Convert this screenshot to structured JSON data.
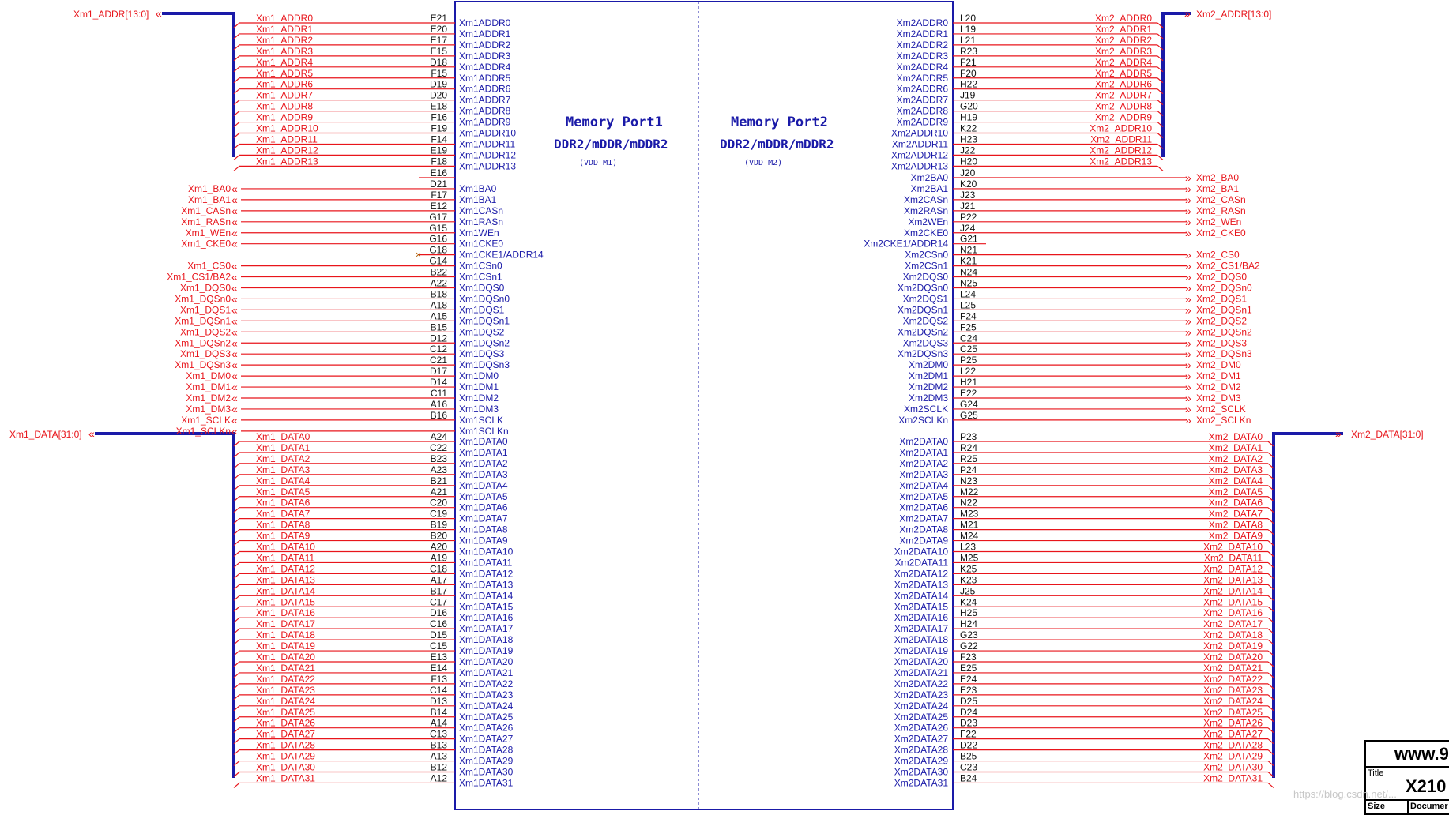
{
  "colors": {
    "net": "#e8151b",
    "bus": "#1a1aa8",
    "pin": "#1a1aa8",
    "text_pin": "#1a1aa8"
  },
  "port1": {
    "title": "Memory Port1",
    "subtitle": "DDR2/mDDR/mDDR2",
    "supply": "(VDD_M1)",
    "addr_bus": "Xm1_ADDR[13:0]",
    "data_bus": "Xm1_DATA[31:0]",
    "no_connect_pin": "G18",
    "addr_pins": [
      {
        "net": "Xm1_ADDR0",
        "ball": "E21",
        "pin": "Xm1ADDR0"
      },
      {
        "net": "Xm1_ADDR1",
        "ball": "E20",
        "pin": "Xm1ADDR1"
      },
      {
        "net": "Xm1_ADDR2",
        "ball": "E17",
        "pin": "Xm1ADDR2"
      },
      {
        "net": "Xm1_ADDR3",
        "ball": "E15",
        "pin": "Xm1ADDR3"
      },
      {
        "net": "Xm1_ADDR4",
        "ball": "D18",
        "pin": "Xm1ADDR4"
      },
      {
        "net": "Xm1_ADDR5",
        "ball": "F15",
        "pin": "Xm1ADDR5"
      },
      {
        "net": "Xm1_ADDR6",
        "ball": "D19",
        "pin": "Xm1ADDR6"
      },
      {
        "net": "Xm1_ADDR7",
        "ball": "D20",
        "pin": "Xm1ADDR7"
      },
      {
        "net": "Xm1_ADDR8",
        "ball": "E18",
        "pin": "Xm1ADDR8"
      },
      {
        "net": "Xm1_ADDR9",
        "ball": "F16",
        "pin": "Xm1ADDR9"
      },
      {
        "net": "Xm1_ADDR10",
        "ball": "F19",
        "pin": "Xm1ADDR10"
      },
      {
        "net": "Xm1_ADDR11",
        "ball": "F14",
        "pin": "Xm1ADDR11"
      },
      {
        "net": "Xm1_ADDR12",
        "ball": "E19",
        "pin": "Xm1ADDR12"
      },
      {
        "net": "Xm1_ADDR13",
        "ball": "F18",
        "pin": "Xm1ADDR13"
      }
    ],
    "ctrl_pins": [
      {
        "net": "",
        "ball": "E16",
        "pin": ""
      },
      {
        "net": "Xm1_BA0",
        "ball": "D21",
        "pin": "Xm1BA0"
      },
      {
        "net": "Xm1_BA1",
        "ball": "F17",
        "pin": "Xm1BA1"
      },
      {
        "net": "Xm1_CASn",
        "ball": "E12",
        "pin": "Xm1CASn"
      },
      {
        "net": "Xm1_RASn",
        "ball": "G17",
        "pin": "Xm1RASn"
      },
      {
        "net": "Xm1_WEn",
        "ball": "G15",
        "pin": "Xm1WEn"
      },
      {
        "net": "Xm1_CKE0",
        "ball": "G16",
        "pin": "Xm1CKE0"
      },
      {
        "net": "",
        "ball": "G18",
        "pin": "Xm1CKE1/ADDR14"
      },
      {
        "net": "Xm1_CS0",
        "ball": "G14",
        "pin": "Xm1CSn0"
      },
      {
        "net": "Xm1_CS1/BA2",
        "ball": "B22",
        "pin": "Xm1CSn1"
      },
      {
        "net": "Xm1_DQS0",
        "ball": "A22",
        "pin": "Xm1DQS0"
      },
      {
        "net": "Xm1_DQSn0",
        "ball": "B18",
        "pin": "Xm1DQSn0"
      },
      {
        "net": "Xm1_DQS1",
        "ball": "A18",
        "pin": "Xm1DQS1"
      },
      {
        "net": "Xm1_DQSn1",
        "ball": "A15",
        "pin": "Xm1DQSn1"
      },
      {
        "net": "Xm1_DQS2",
        "ball": "B15",
        "pin": "Xm1DQS2"
      },
      {
        "net": "Xm1_DQSn2",
        "ball": "D12",
        "pin": "Xm1DQSn2"
      },
      {
        "net": "Xm1_DQS3",
        "ball": "C12",
        "pin": "Xm1DQS3"
      },
      {
        "net": "Xm1_DQSn3",
        "ball": "C21",
        "pin": "Xm1DQSn3"
      },
      {
        "net": "Xm1_DM0",
        "ball": "D17",
        "pin": "Xm1DM0"
      },
      {
        "net": "Xm1_DM1",
        "ball": "D14",
        "pin": "Xm1DM1"
      },
      {
        "net": "Xm1_DM2",
        "ball": "C11",
        "pin": "Xm1DM2"
      },
      {
        "net": "Xm1_DM3",
        "ball": "A16",
        "pin": "Xm1DM3"
      },
      {
        "net": "Xm1_SCLK",
        "ball": "B16",
        "pin": "Xm1SCLK"
      },
      {
        "net": "Xm1_SCLKn",
        "ball": "",
        "pin": "Xm1SCLKn"
      }
    ],
    "data_pins": [
      {
        "net": "Xm1_DATA0",
        "ball": "A24",
        "pin": "Xm1DATA0"
      },
      {
        "net": "Xm1_DATA1",
        "ball": "C22",
        "pin": "Xm1DATA1"
      },
      {
        "net": "Xm1_DATA2",
        "ball": "B23",
        "pin": "Xm1DATA2"
      },
      {
        "net": "Xm1_DATA3",
        "ball": "A23",
        "pin": "Xm1DATA3"
      },
      {
        "net": "Xm1_DATA4",
        "ball": "B21",
        "pin": "Xm1DATA4"
      },
      {
        "net": "Xm1_DATA5",
        "ball": "A21",
        "pin": "Xm1DATA5"
      },
      {
        "net": "Xm1_DATA6",
        "ball": "C20",
        "pin": "Xm1DATA6"
      },
      {
        "net": "Xm1_DATA7",
        "ball": "C19",
        "pin": "Xm1DATA7"
      },
      {
        "net": "Xm1_DATA8",
        "ball": "B19",
        "pin": "Xm1DATA8"
      },
      {
        "net": "Xm1_DATA9",
        "ball": "B20",
        "pin": "Xm1DATA9"
      },
      {
        "net": "Xm1_DATA10",
        "ball": "A20",
        "pin": "Xm1DATA10"
      },
      {
        "net": "Xm1_DATA11",
        "ball": "A19",
        "pin": "Xm1DATA11"
      },
      {
        "net": "Xm1_DATA12",
        "ball": "C18",
        "pin": "Xm1DATA12"
      },
      {
        "net": "Xm1_DATA13",
        "ball": "A17",
        "pin": "Xm1DATA13"
      },
      {
        "net": "Xm1_DATA14",
        "ball": "B17",
        "pin": "Xm1DATA14"
      },
      {
        "net": "Xm1_DATA15",
        "ball": "C17",
        "pin": "Xm1DATA15"
      },
      {
        "net": "Xm1_DATA16",
        "ball": "D16",
        "pin": "Xm1DATA16"
      },
      {
        "net": "Xm1_DATA17",
        "ball": "C16",
        "pin": "Xm1DATA17"
      },
      {
        "net": "Xm1_DATA18",
        "ball": "D15",
        "pin": "Xm1DATA18"
      },
      {
        "net": "Xm1_DATA19",
        "ball": "C15",
        "pin": "Xm1DATA19"
      },
      {
        "net": "Xm1_DATA20",
        "ball": "E13",
        "pin": "Xm1DATA20"
      },
      {
        "net": "Xm1_DATA21",
        "ball": "E14",
        "pin": "Xm1DATA21"
      },
      {
        "net": "Xm1_DATA22",
        "ball": "F13",
        "pin": "Xm1DATA22"
      },
      {
        "net": "Xm1_DATA23",
        "ball": "C14",
        "pin": "Xm1DATA23"
      },
      {
        "net": "Xm1_DATA24",
        "ball": "D13",
        "pin": "Xm1DATA24"
      },
      {
        "net": "Xm1_DATA25",
        "ball": "B14",
        "pin": "Xm1DATA25"
      },
      {
        "net": "Xm1_DATA26",
        "ball": "A14",
        "pin": "Xm1DATA26"
      },
      {
        "net": "Xm1_DATA27",
        "ball": "C13",
        "pin": "Xm1DATA27"
      },
      {
        "net": "Xm1_DATA28",
        "ball": "B13",
        "pin": "Xm1DATA28"
      },
      {
        "net": "Xm1_DATA29",
        "ball": "A13",
        "pin": "Xm1DATA29"
      },
      {
        "net": "Xm1_DATA30",
        "ball": "B12",
        "pin": "Xm1DATA30"
      },
      {
        "net": "Xm1_DATA31",
        "ball": "A12",
        "pin": "Xm1DATA31"
      }
    ]
  },
  "port2": {
    "title": "Memory Port2",
    "subtitle": "DDR2/mDDR/mDDR2",
    "supply": "(VDD_M2)",
    "addr_bus": "Xm2_ADDR[13:0]",
    "data_bus": "Xm2_DATA[31:0]",
    "addr_pins": [
      {
        "net": "Xm2_ADDR0",
        "ball": "L20",
        "pin": "Xm2ADDR0"
      },
      {
        "net": "Xm2_ADDR1",
        "ball": "L19",
        "pin": "Xm2ADDR1"
      },
      {
        "net": "Xm2_ADDR2",
        "ball": "L21",
        "pin": "Xm2ADDR2"
      },
      {
        "net": "Xm2_ADDR3",
        "ball": "R23",
        "pin": "Xm2ADDR3"
      },
      {
        "net": "Xm2_ADDR4",
        "ball": "F21",
        "pin": "Xm2ADDR4"
      },
      {
        "net": "Xm2_ADDR5",
        "ball": "F20",
        "pin": "Xm2ADDR5"
      },
      {
        "net": "Xm2_ADDR6",
        "ball": "H22",
        "pin": "Xm2ADDR6"
      },
      {
        "net": "Xm2_ADDR7",
        "ball": "J19",
        "pin": "Xm2ADDR7"
      },
      {
        "net": "Xm2_ADDR8",
        "ball": "G20",
        "pin": "Xm2ADDR8"
      },
      {
        "net": "Xm2_ADDR9",
        "ball": "H19",
        "pin": "Xm2ADDR9"
      },
      {
        "net": "Xm2_ADDR10",
        "ball": "K22",
        "pin": "Xm2ADDR10"
      },
      {
        "net": "Xm2_ADDR11",
        "ball": "H23",
        "pin": "Xm2ADDR11"
      },
      {
        "net": "Xm2_ADDR12",
        "ball": "J22",
        "pin": "Xm2ADDR12"
      },
      {
        "net": "Xm2_ADDR13",
        "ball": "H20",
        "pin": "Xm2ADDR13"
      }
    ],
    "ctrl_pins": [
      {
        "net": "Xm2_BA0",
        "ball": "J20",
        "pin": "Xm2BA0"
      },
      {
        "net": "Xm2_BA1",
        "ball": "K20",
        "pin": "Xm2BA1"
      },
      {
        "net": "Xm2_CASn",
        "ball": "J23",
        "pin": "Xm2CASn"
      },
      {
        "net": "Xm2_RASn",
        "ball": "J21",
        "pin": "Xm2RASn"
      },
      {
        "net": "Xm2_WEn",
        "ball": "P22",
        "pin": "Xm2WEn"
      },
      {
        "net": "Xm2_CKE0",
        "ball": "J24",
        "pin": "Xm2CKE0"
      },
      {
        "net": "",
        "ball": "G21",
        "pin": "Xm2CKE1/ADDR14"
      },
      {
        "net": "Xm2_CS0",
        "ball": "N21",
        "pin": "Xm2CSn0"
      },
      {
        "net": "Xm2_CS1/BA2",
        "ball": "K21",
        "pin": "Xm2CSn1"
      },
      {
        "net": "Xm2_DQS0",
        "ball": "N24",
        "pin": "Xm2DQS0"
      },
      {
        "net": "Xm2_DQSn0",
        "ball": "N25",
        "pin": "Xm2DQSn0"
      },
      {
        "net": "Xm2_DQS1",
        "ball": "L24",
        "pin": "Xm2DQS1"
      },
      {
        "net": "Xm2_DQSn1",
        "ball": "L25",
        "pin": "Xm2DQSn1"
      },
      {
        "net": "Xm2_DQS2",
        "ball": "F24",
        "pin": "Xm2DQS2"
      },
      {
        "net": "Xm2_DQSn2",
        "ball": "F25",
        "pin": "Xm2DQSn2"
      },
      {
        "net": "Xm2_DQS3",
        "ball": "C24",
        "pin": "Xm2DQS3"
      },
      {
        "net": "Xm2_DQSn3",
        "ball": "C25",
        "pin": "Xm2DQSn3"
      },
      {
        "net": "Xm2_DM0",
        "ball": "P25",
        "pin": "Xm2DM0"
      },
      {
        "net": "Xm2_DM1",
        "ball": "L22",
        "pin": "Xm2DM1"
      },
      {
        "net": "Xm2_DM2",
        "ball": "H21",
        "pin": "Xm2DM2"
      },
      {
        "net": "Xm2_DM3",
        "ball": "E22",
        "pin": "Xm2DM3"
      },
      {
        "net": "Xm2_SCLK",
        "ball": "G24",
        "pin": "Xm2SCLK"
      },
      {
        "net": "Xm2_SCLKn",
        "ball": "G25",
        "pin": "Xm2SCLKn"
      }
    ],
    "data_pins": [
      {
        "net": "Xm2_DATA0",
        "ball": "P23",
        "pin": "Xm2DATA0"
      },
      {
        "net": "Xm2_DATA1",
        "ball": "R24",
        "pin": "Xm2DATA1"
      },
      {
        "net": "Xm2_DATA2",
        "ball": "R25",
        "pin": "Xm2DATA2"
      },
      {
        "net": "Xm2_DATA3",
        "ball": "P24",
        "pin": "Xm2DATA3"
      },
      {
        "net": "Xm2_DATA4",
        "ball": "N23",
        "pin": "Xm2DATA4"
      },
      {
        "net": "Xm2_DATA5",
        "ball": "M22",
        "pin": "Xm2DATA5"
      },
      {
        "net": "Xm2_DATA6",
        "ball": "N22",
        "pin": "Xm2DATA6"
      },
      {
        "net": "Xm2_DATA7",
        "ball": "M23",
        "pin": "Xm2DATA7"
      },
      {
        "net": "Xm2_DATA8",
        "ball": "M21",
        "pin": "Xm2DATA8"
      },
      {
        "net": "Xm2_DATA9",
        "ball": "M24",
        "pin": "Xm2DATA9"
      },
      {
        "net": "Xm2_DATA10",
        "ball": "L23",
        "pin": "Xm2DATA10"
      },
      {
        "net": "Xm2_DATA11",
        "ball": "M25",
        "pin": "Xm2DATA11"
      },
      {
        "net": "Xm2_DATA12",
        "ball": "K25",
        "pin": "Xm2DATA12"
      },
      {
        "net": "Xm2_DATA13",
        "ball": "K23",
        "pin": "Xm2DATA13"
      },
      {
        "net": "Xm2_DATA14",
        "ball": "J25",
        "pin": "Xm2DATA14"
      },
      {
        "net": "Xm2_DATA15",
        "ball": "K24",
        "pin": "Xm2DATA15"
      },
      {
        "net": "Xm2_DATA16",
        "ball": "H25",
        "pin": "Xm2DATA16"
      },
      {
        "net": "Xm2_DATA17",
        "ball": "H24",
        "pin": "Xm2DATA17"
      },
      {
        "net": "Xm2_DATA18",
        "ball": "G23",
        "pin": "Xm2DATA18"
      },
      {
        "net": "Xm2_DATA19",
        "ball": "G22",
        "pin": "Xm2DATA19"
      },
      {
        "net": "Xm2_DATA20",
        "ball": "F23",
        "pin": "Xm2DATA20"
      },
      {
        "net": "Xm2_DATA21",
        "ball": "E25",
        "pin": "Xm2DATA21"
      },
      {
        "net": "Xm2_DATA22",
        "ball": "E24",
        "pin": "Xm2DATA22"
      },
      {
        "net": "Xm2_DATA23",
        "ball": "E23",
        "pin": "Xm2DATA23"
      },
      {
        "net": "Xm2_DATA24",
        "ball": "D25",
        "pin": "Xm2DATA24"
      },
      {
        "net": "Xm2_DATA25",
        "ball": "D24",
        "pin": "Xm2DATA25"
      },
      {
        "net": "Xm2_DATA26",
        "ball": "D23",
        "pin": "Xm2DATA26"
      },
      {
        "net": "Xm2_DATA27",
        "ball": "F22",
        "pin": "Xm2DATA27"
      },
      {
        "net": "Xm2_DATA28",
        "ball": "D22",
        "pin": "Xm2DATA28"
      },
      {
        "net": "Xm2_DATA29",
        "ball": "B25",
        "pin": "Xm2DATA29"
      },
      {
        "net": "Xm2_DATA30",
        "ball": "C23",
        "pin": "Xm2DATA30"
      },
      {
        "net": "Xm2_DATA31",
        "ball": "B24",
        "pin": "Xm2DATA31"
      }
    ]
  },
  "title_block": {
    "website": "www.9",
    "title_label": "Title",
    "title_value": "X210",
    "size_label": "Size",
    "document_label": "Documer"
  },
  "watermark": "https://blog.csdn.net/..."
}
